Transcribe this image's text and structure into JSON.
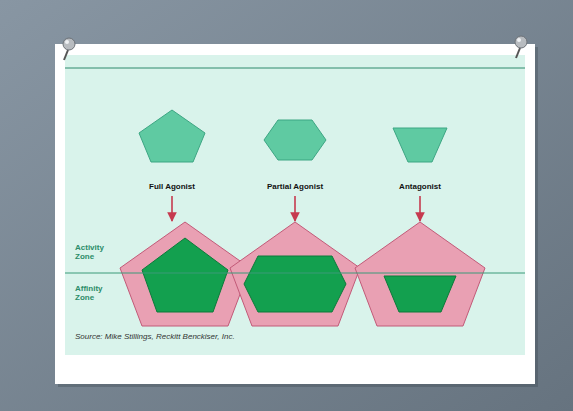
{
  "diagram": {
    "caption": "Source: Mike Stillings, Reckitt Benckiser, Inc.",
    "nodes": [
      {
        "text": [
          "Full Agonist"
        ]
      },
      {
        "text": [
          "Partial Agonist"
        ]
      },
      {
        "text": [
          "Antagonist"
        ]
      }
    ],
    "labels": [
      "Activity Zone",
      "Affinity Zone"
    ]
  }
}
